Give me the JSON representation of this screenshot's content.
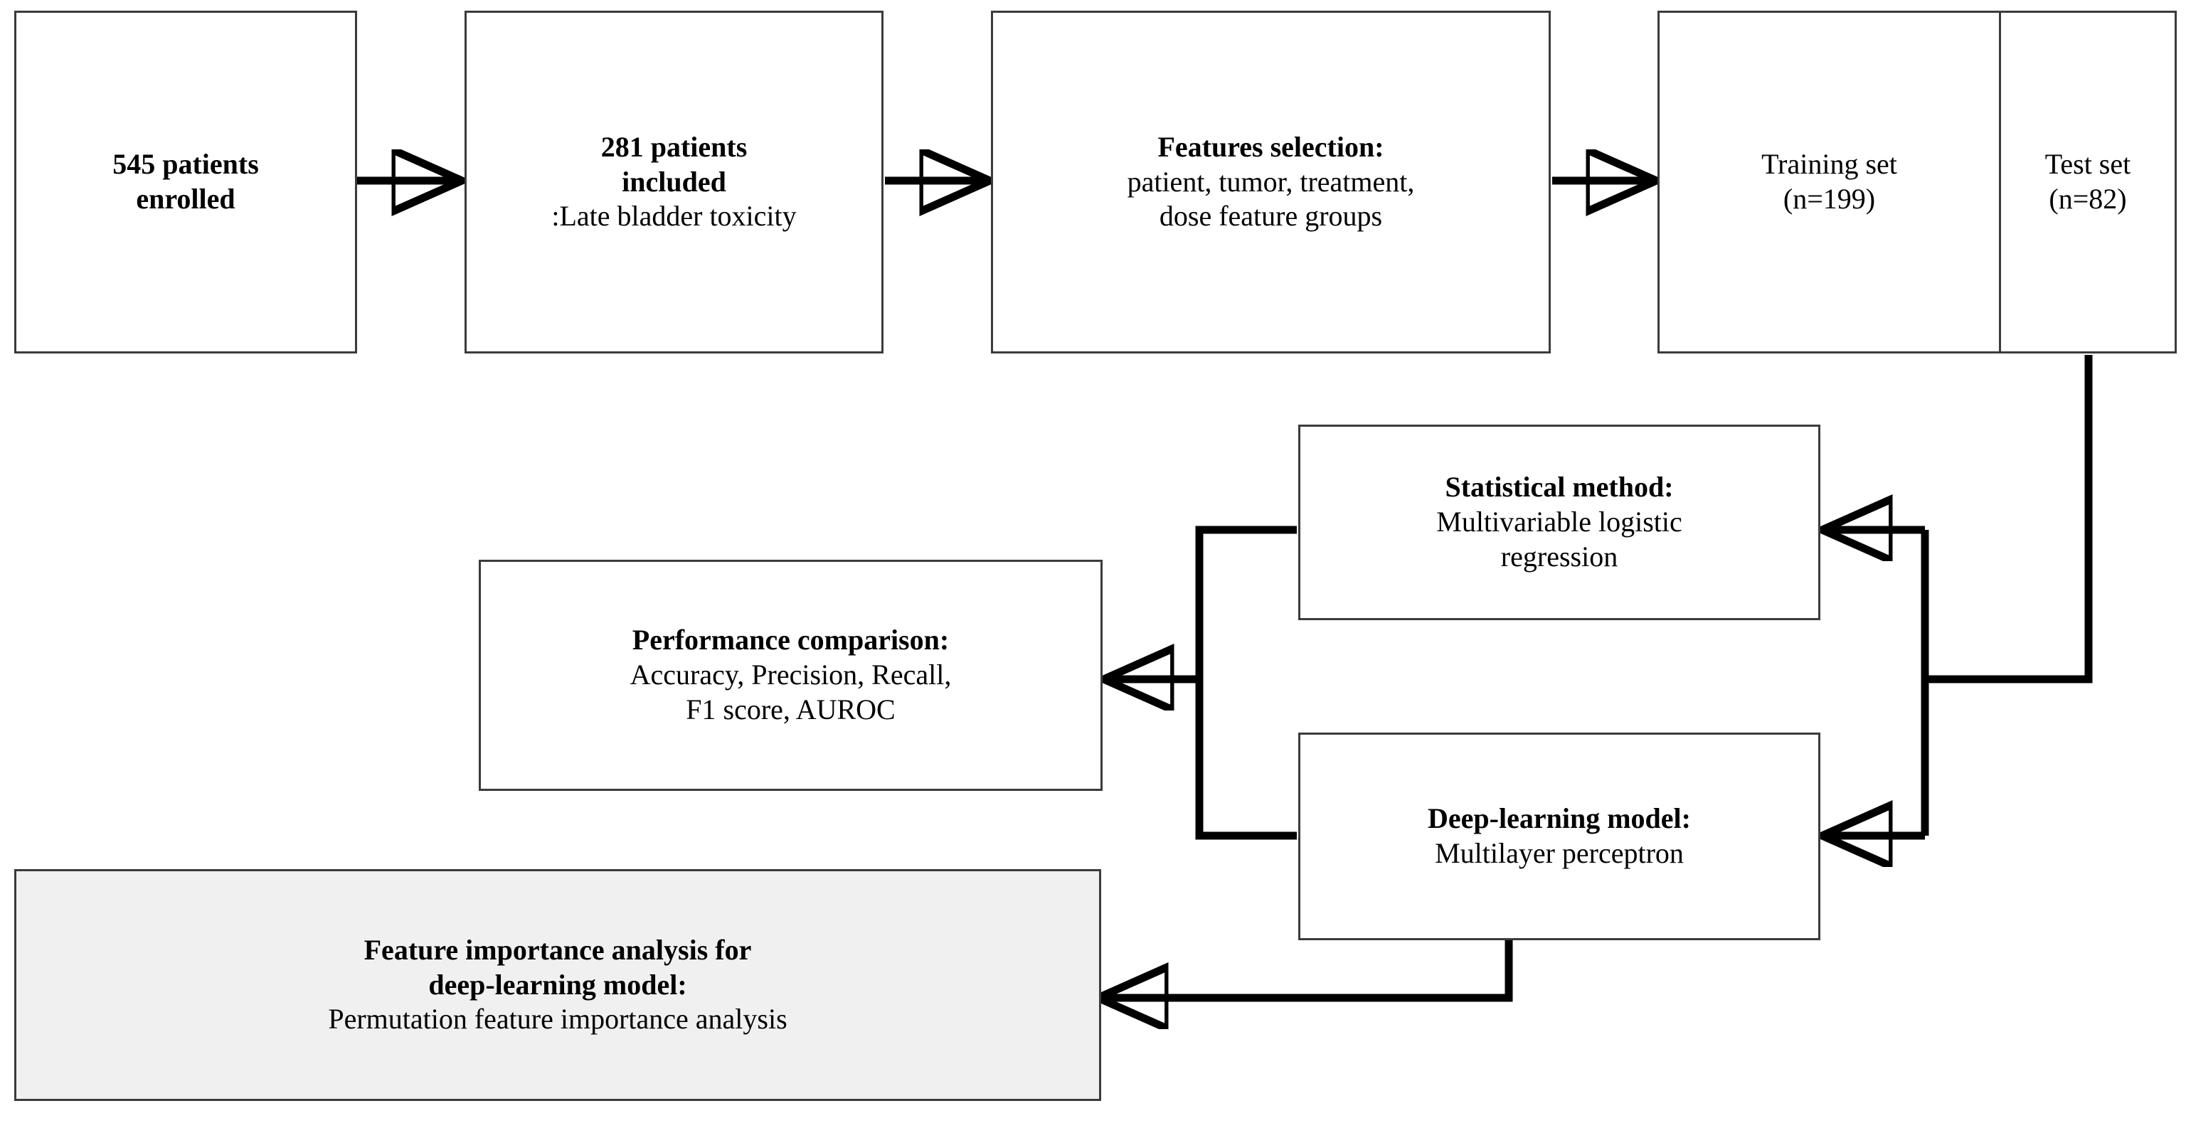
{
  "diagram": {
    "type": "flowchart",
    "title": "Study workflow flowchart",
    "background_color": "#ffffff",
    "box_border_color": "#3b3b3b",
    "shaded_box_fill": "#f0f0f0",
    "connector_color": "#000000"
  },
  "nodes": {
    "enrolled": {
      "title": "545 patients",
      "line2": "enrolled"
    },
    "included": {
      "title_line1": "281 patients",
      "title_line2": "included",
      "subtitle": ":Late bladder toxicity"
    },
    "features": {
      "title": "Features selection:",
      "line2": "patient, tumor, treatment,",
      "line3": "dose feature groups"
    },
    "training_set": {
      "title": "Training set",
      "count": "(n=199)"
    },
    "test_set": {
      "title": "Test set",
      "count": "(n=82)"
    },
    "statistical": {
      "title": "Statistical method:",
      "line2": "Multivariable  logistic",
      "line3": "regression"
    },
    "deep_learning": {
      "title": "Deep-learning model:",
      "line2": "Multilayer perceptron"
    },
    "performance": {
      "title": "Performance comparison:",
      "line2": "Accuracy, Precision, Recall,",
      "line3": "F1 score, AUROC"
    },
    "feature_importance": {
      "title_line1": "Feature importance analysis for",
      "title_line2": "deep-learning model:",
      "subtitle": "Permutation feature importance analysis"
    }
  },
  "connectors": [
    {
      "name": "enrolled-to-included",
      "from": "enrolled",
      "to": "included",
      "style": "arrow-right"
    },
    {
      "name": "included-to-features",
      "from": "included",
      "to": "features",
      "style": "arrow-right"
    },
    {
      "name": "features-to-training",
      "from": "features",
      "to": "training_set",
      "style": "arrow-right"
    },
    {
      "name": "testset-to-statistical",
      "from": "test_set",
      "to": "statistical",
      "style": "elbow-arrow-left"
    },
    {
      "name": "testset-to-deeplearning",
      "from": "test_set",
      "to": "deep_learning",
      "style": "elbow-arrow-left"
    },
    {
      "name": "models-to-performance",
      "from": "statistical+deep_learning",
      "to": "performance",
      "style": "merge-arrow-left"
    },
    {
      "name": "deeplearning-to-feature-importance",
      "from": "deep_learning",
      "to": "feature_importance",
      "style": "elbow-arrow-left"
    }
  ]
}
